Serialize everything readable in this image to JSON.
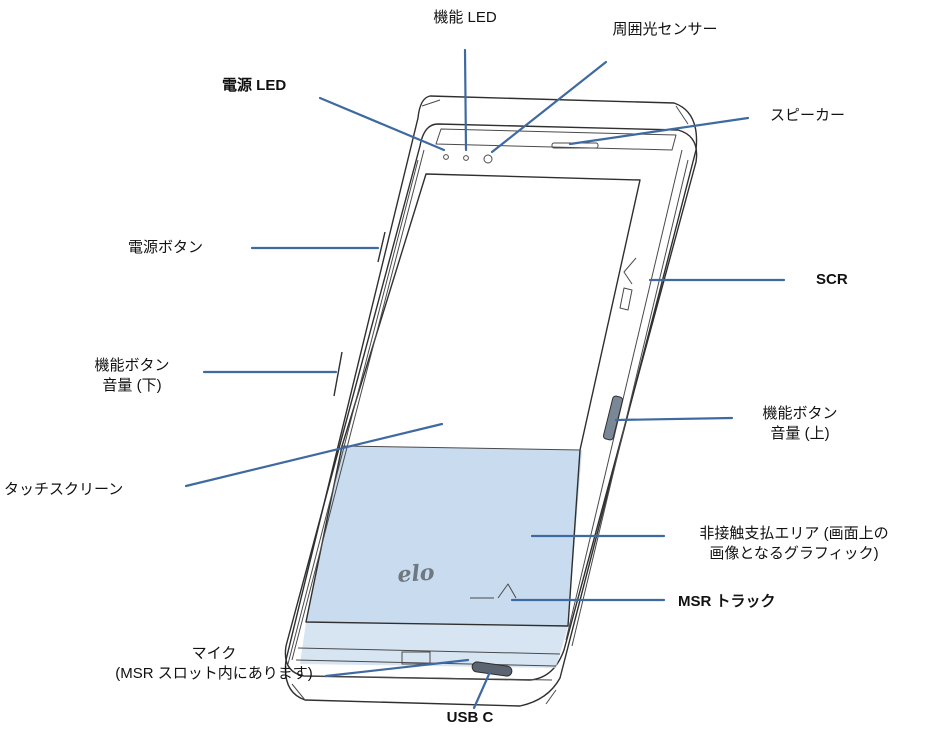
{
  "colors": {
    "leader_line": "#3e6aa1",
    "contactless_area": "#c9dcef",
    "device_outline": "#2f2f2f"
  },
  "labels": {
    "function_led": "機能 LED",
    "ambient_light_sensor": "周囲光センサー",
    "power_led": "電源 LED",
    "speaker": "スピーカー",
    "power_button": "電源ボタン",
    "scr": "SCR",
    "function_button_vol_down_line1": "機能ボタン",
    "function_button_vol_down_line2": "音量 (下)",
    "function_button_vol_up_line1": "機能ボタン",
    "function_button_vol_up_line2": "音量 (上)",
    "touchscreen": "タッチスクリーン",
    "contactless_area_line1": "非接触支払エリア (画面上の",
    "contactless_area_line2": "画像となるグラフィック)",
    "msr_track": "MSR トラック",
    "mic_line1": "マイク",
    "mic_line2": "(MSR スロット内にあります)",
    "usb_c": "USB C"
  },
  "device": {
    "logo_text": "elo"
  }
}
